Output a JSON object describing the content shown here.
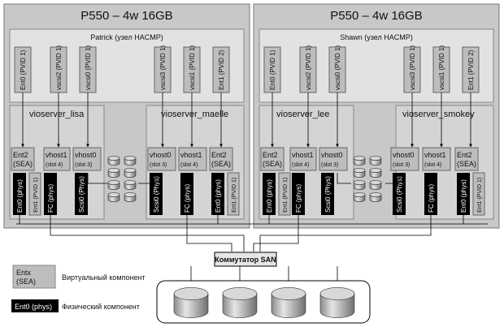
{
  "servers": [
    {
      "title": "P550 – 4w 16GB",
      "node_label": "Patrick (узел HACMP)",
      "client_adapters": [
        "Ent0 (PVID 1)",
        "vscsi2 (PVID 1)",
        "vscsi0 (PVID 1)",
        "vscsi3 (PVID 1)",
        "vscsi1 (PVID 1)",
        "Ent1 (PVID 2)"
      ],
      "vios_left": {
        "name": "vioserver_lisa",
        "virtual": [
          {
            "main": "Ent2",
            "sub": "(SEA)"
          },
          {
            "main": "vhost1",
            "sub": "(slot 4)"
          },
          {
            "main": "vhost0",
            "sub": "(slot 3)"
          }
        ],
        "physical": [
          "Ent0 (phys)",
          "Ent1 (PVID 1)",
          "FC (phys)",
          "Scsi0 (Phys)"
        ]
      },
      "vios_right": {
        "name": "vioserver_maelle",
        "virtual": [
          {
            "main": "vhost0",
            "sub": "(slot 3)"
          },
          {
            "main": "vhost1",
            "sub": "(slot 4)"
          },
          {
            "main": "Ent2",
            "sub": "(SEA)"
          }
        ],
        "physical": [
          "Scsi0 (Phys)",
          "FC (phys)",
          "Ent0 (phys)",
          "Ent1 (PVID 1)"
        ]
      }
    },
    {
      "title": "P550 – 4w 16GB",
      "node_label": "Shawn (узел HACMP)",
      "client_adapters": [
        "Ent0 (PVID 1)",
        "vscsi2 (PVID 1)",
        "vscsi0 (PVID 1)",
        "vscsi3 (PVID 1)",
        "vscsi1 (PVID 1)",
        "Ent1 (PVID 2)"
      ],
      "vios_left": {
        "name": "vioserver_lee",
        "virtual": [
          {
            "main": "Ent2",
            "sub": "(SEA)"
          },
          {
            "main": "vhost1",
            "sub": "(slot 4)"
          },
          {
            "main": "vhost0",
            "sub": "(slot 3)"
          }
        ],
        "physical": [
          "Ent0 (phys)",
          "Ent1 (PVID 1)",
          "FC (phys)",
          "Scsi0 (Phys)"
        ]
      },
      "vios_right": {
        "name": "vioserver_smokey",
        "virtual": [
          {
            "main": "vhost0",
            "sub": "(slot 3)"
          },
          {
            "main": "vhost1",
            "sub": "(slot 4)"
          },
          {
            "main": "Ent2",
            "sub": "(SEA)"
          }
        ],
        "physical": [
          "Scsi0 (Phys)",
          "FC (phys)",
          "Ent0 (phys)",
          "Ent1 (PVID 1)"
        ]
      }
    }
  ],
  "san_switch_label": "Коммутатор SAN",
  "legend": {
    "virtual_sample_main": "Entx",
    "virtual_sample_sub": "(SEA)",
    "virtual_label": "Виртуальный компонент",
    "physical_sample": "Ent0 (phys)",
    "physical_label": "Физический компонент"
  },
  "colors": {
    "server_frame": "#c8c8c8",
    "virtual_fill": "#bdbdbd",
    "physical_fill": "#000000",
    "vios_fill": "#d4d4d4"
  }
}
